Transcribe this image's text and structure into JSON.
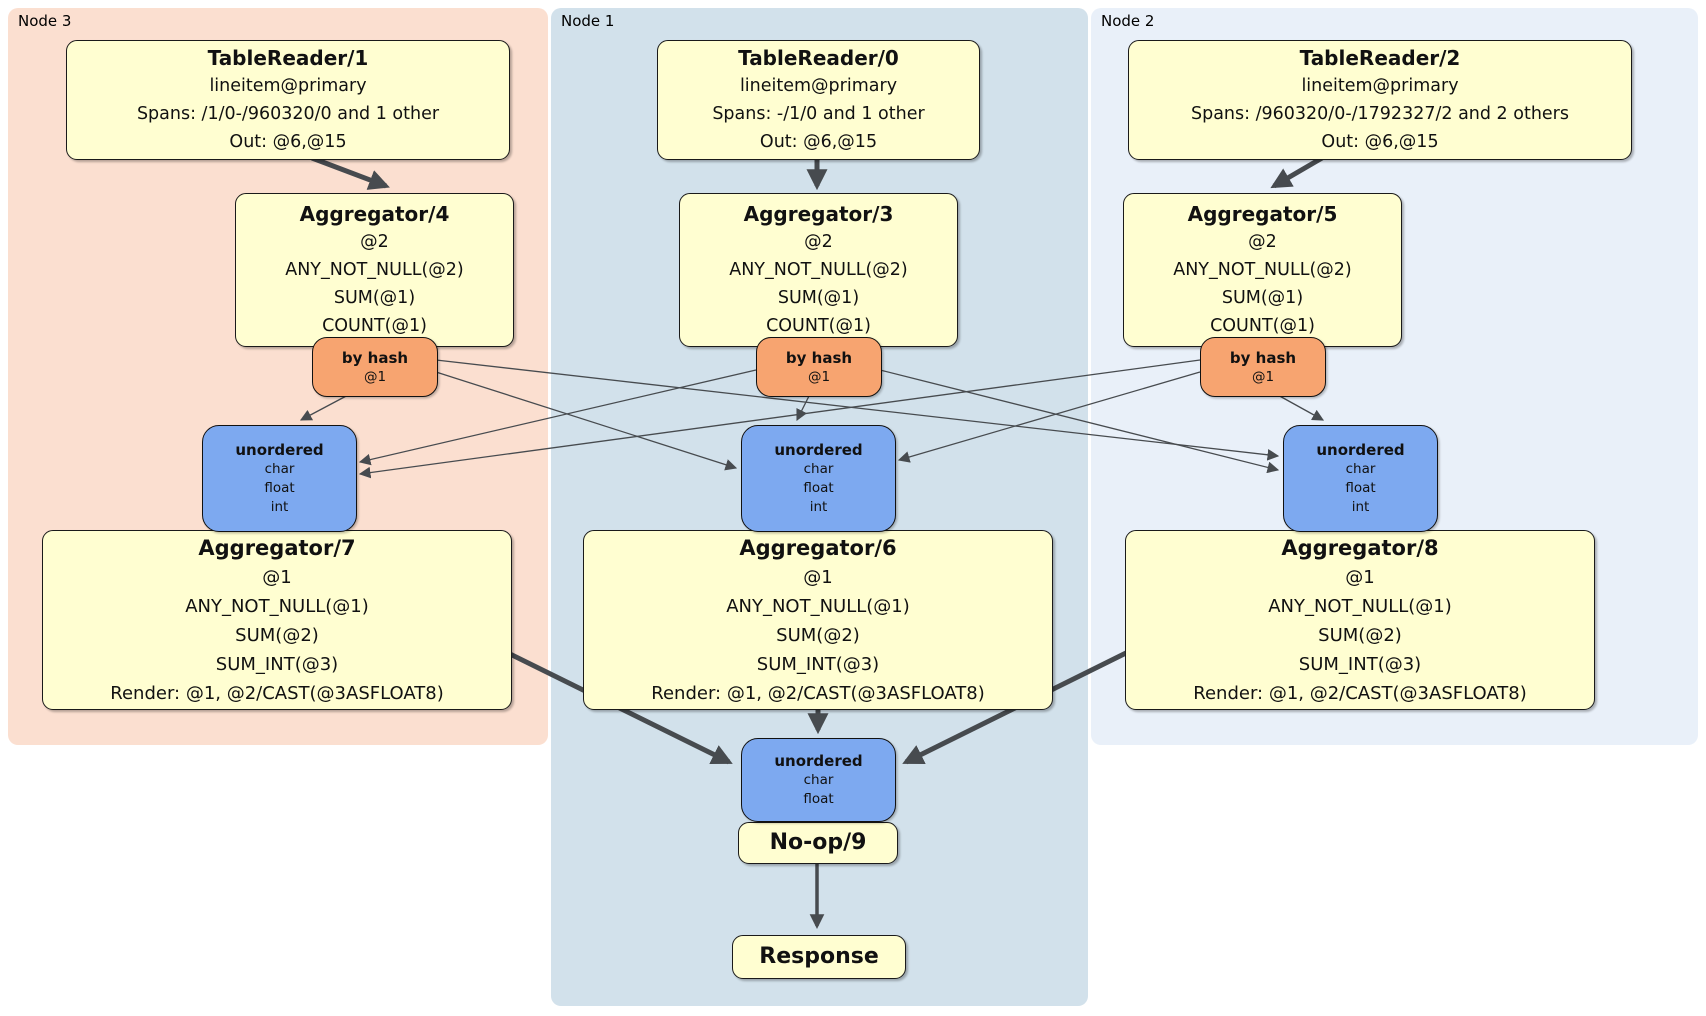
{
  "clusters": [
    {
      "label": "Node 3"
    },
    {
      "label": "Node 1"
    },
    {
      "label": "Node 2"
    }
  ],
  "nodes": {
    "tr1": {
      "title": "TableReader/1",
      "lines": [
        "lineitem@primary",
        "Spans: /1/0-/960320/0 and 1 other",
        "Out: @6,@15"
      ]
    },
    "tr0": {
      "title": "TableReader/0",
      "lines": [
        "lineitem@primary",
        "Spans: -/1/0 and 1 other",
        "Out: @6,@15"
      ]
    },
    "tr2": {
      "title": "TableReader/2",
      "lines": [
        "lineitem@primary",
        "Spans: /960320/0-/1792327/2 and 2 others",
        "Out: @6,@15"
      ]
    },
    "agg4": {
      "title": "Aggregator/4",
      "lines": [
        "@2",
        "ANY_NOT_NULL(@2)",
        "SUM(@1)",
        "COUNT(@1)"
      ]
    },
    "agg3": {
      "title": "Aggregator/3",
      "lines": [
        "@2",
        "ANY_NOT_NULL(@2)",
        "SUM(@1)",
        "COUNT(@1)"
      ]
    },
    "agg5": {
      "title": "Aggregator/5",
      "lines": [
        "@2",
        "ANY_NOT_NULL(@2)",
        "SUM(@1)",
        "COUNT(@1)"
      ]
    },
    "agg7": {
      "title": "Aggregator/7",
      "lines": [
        "@1",
        "ANY_NOT_NULL(@1)",
        "SUM(@2)",
        "SUM_INT(@3)",
        "Render: @1, @2/CAST(@3ASFLOAT8)"
      ]
    },
    "agg6": {
      "title": "Aggregator/6",
      "lines": [
        "@1",
        "ANY_NOT_NULL(@1)",
        "SUM(@2)",
        "SUM_INT(@3)",
        "Render: @1, @2/CAST(@3ASFLOAT8)"
      ]
    },
    "agg8": {
      "title": "Aggregator/8",
      "lines": [
        "@1",
        "ANY_NOT_NULL(@1)",
        "SUM(@2)",
        "SUM_INT(@3)",
        "Render: @1, @2/CAST(@3ASFLOAT8)"
      ]
    },
    "noop": {
      "title": "No-op/9"
    },
    "resp": {
      "title": "Response"
    }
  },
  "badges": {
    "hash3": {
      "title": "by hash",
      "lines": [
        "@1"
      ]
    },
    "hash1": {
      "title": "by hash",
      "lines": [
        "@1"
      ]
    },
    "hash2": {
      "title": "by hash",
      "lines": [
        "@1"
      ]
    },
    "uno3": {
      "title": "unordered",
      "lines": [
        "char",
        "float",
        "int"
      ]
    },
    "uno1": {
      "title": "unordered",
      "lines": [
        "char",
        "float",
        "int"
      ]
    },
    "uno2": {
      "title": "unordered",
      "lines": [
        "char",
        "float",
        "int"
      ]
    },
    "unoF": {
      "title": "unordered",
      "lines": [
        "char",
        "float"
      ]
    }
  },
  "colors": {
    "node3_bg": "#fbdfd0",
    "node1_bg": "#d2e1eb",
    "node2_bg": "#e9f0f9",
    "box_bg": "#fffed1",
    "hash_bg": "#f7a470",
    "stream_bg": "#7da9f0",
    "edge": "#474b4f"
  }
}
